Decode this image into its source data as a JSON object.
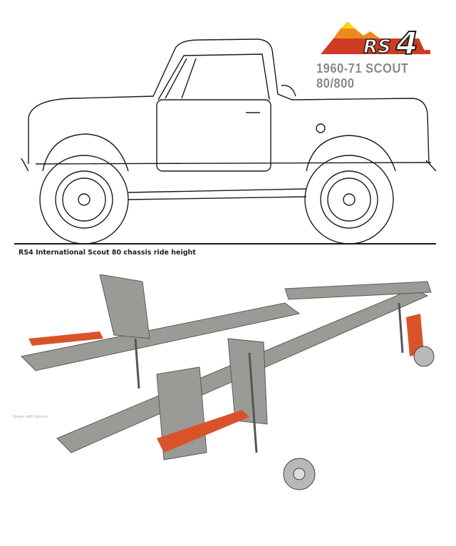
{
  "logo": {
    "text": "RS4.",
    "colors": {
      "yellow": "#f5d21c",
      "orange": "#ec8a1d",
      "red": "#cf3a22",
      "dark": "#222222"
    }
  },
  "subtitle": "1960-71 SCOUT 80/800",
  "caption": "RS4 International Scout 80 chassis ride height",
  "note": "Shown with options",
  "colors": {
    "line": "#1a1a1a",
    "steel": "#8c8c88",
    "accent": "#d9532a"
  }
}
